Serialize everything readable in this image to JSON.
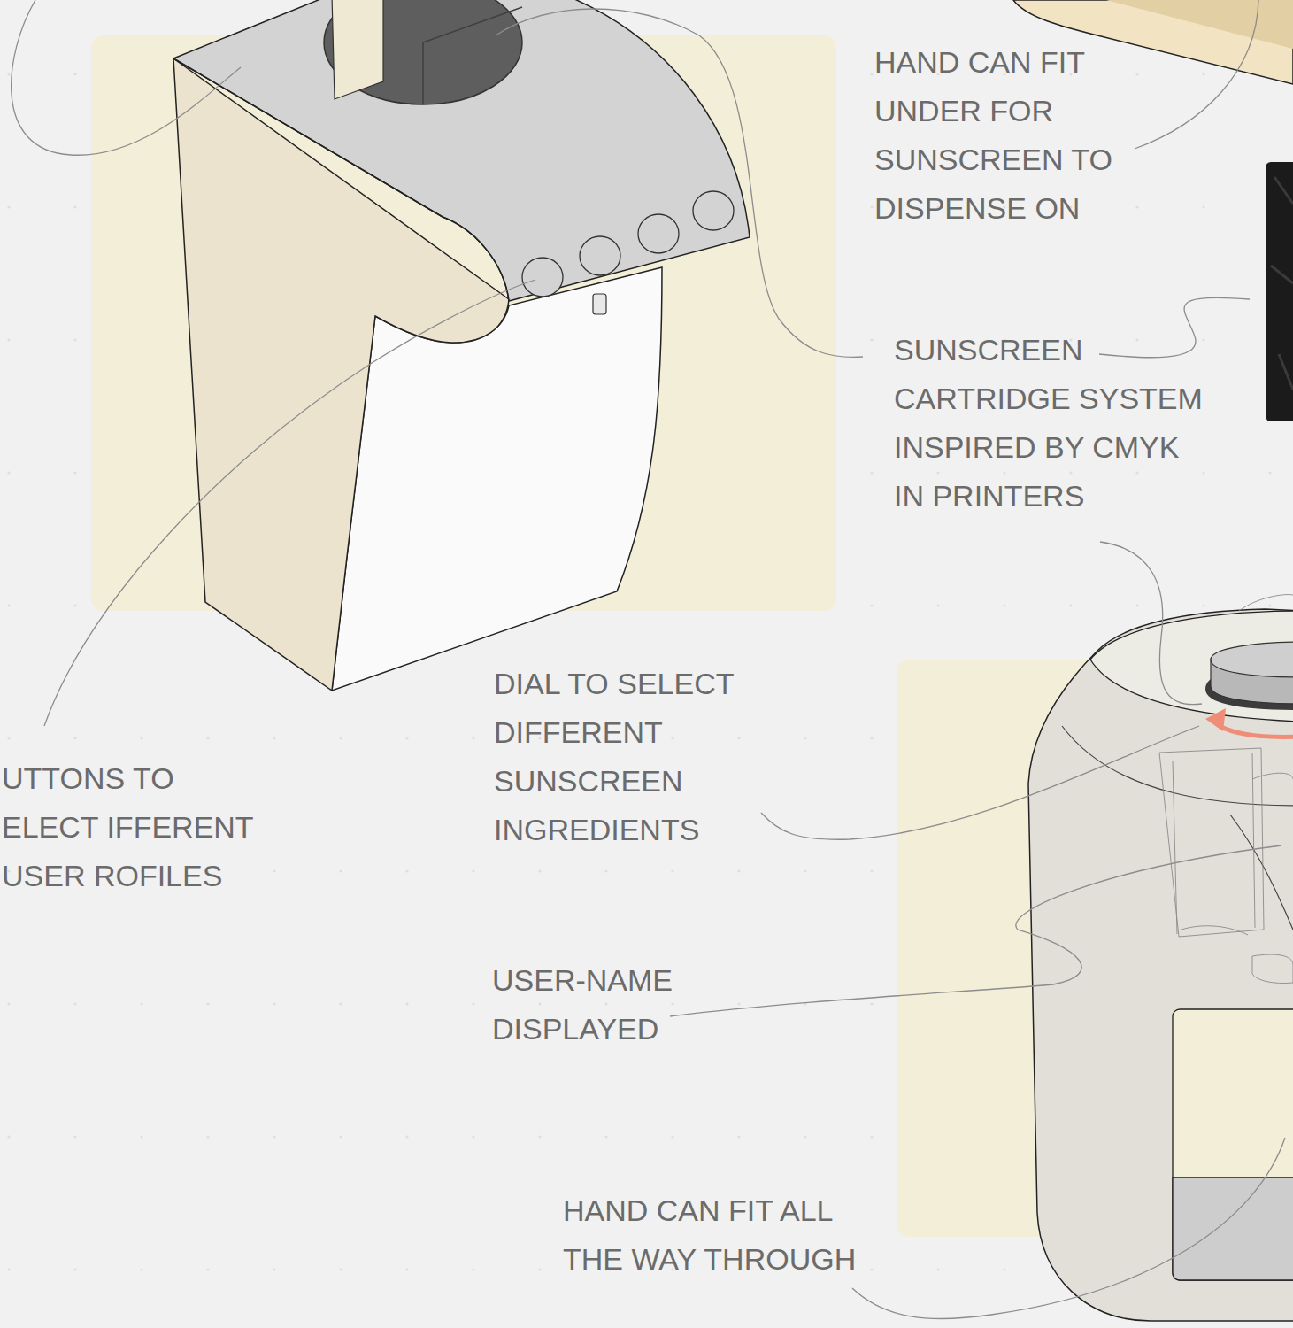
{
  "diagram": {
    "labels": [
      "HAND CAN FIT UNDER FOR SUNSCREEN TO DISPENSE ON",
      "SUNSCREEN CARTRIDGE SYSTEM INSPIRED BY CMYK IN PRINTERS",
      "UTTONS TO ELECT IFFERENT USER ROFILES",
      "DIAL TO SELECT DIFFERENT SUNSCREEN INGREDIENTS",
      "USER-NAME DISPLAYED",
      "HAND CAN FIT ALL THE WAY THROUGH"
    ]
  }
}
